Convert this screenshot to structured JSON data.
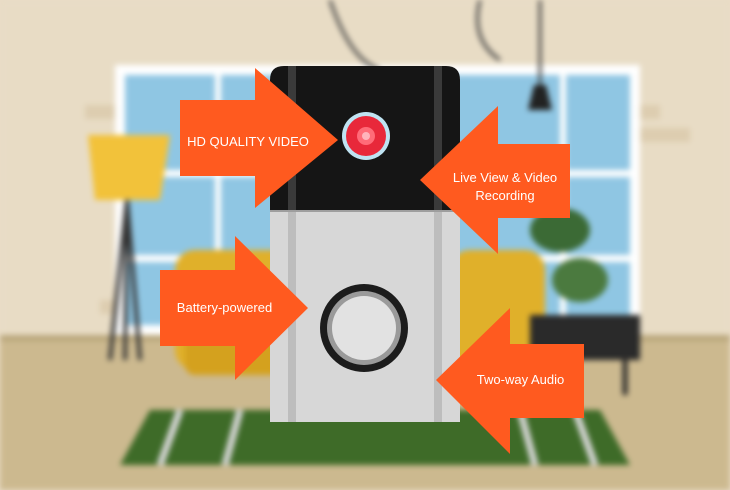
{
  "features": {
    "hd_video": "HD QUALITY VIDEO",
    "live_view_line1": "Live View & Video",
    "live_view_line2": "Recording",
    "battery": "Battery-powered",
    "two_way_audio": "Two-way Audio"
  },
  "colors": {
    "arrow": "#ff5a1f",
    "wall": "#e8dcc5",
    "window_glass": "#8fc6e3",
    "window_frame": "#ffffff",
    "floor": "#ccb98f",
    "doorbell_top": "#151515",
    "doorbell_body": "#d9d9d9",
    "camera_lens": "#e8283a"
  },
  "icons": {
    "camera": "camera-lens-icon",
    "button": "doorbell-button-icon"
  }
}
